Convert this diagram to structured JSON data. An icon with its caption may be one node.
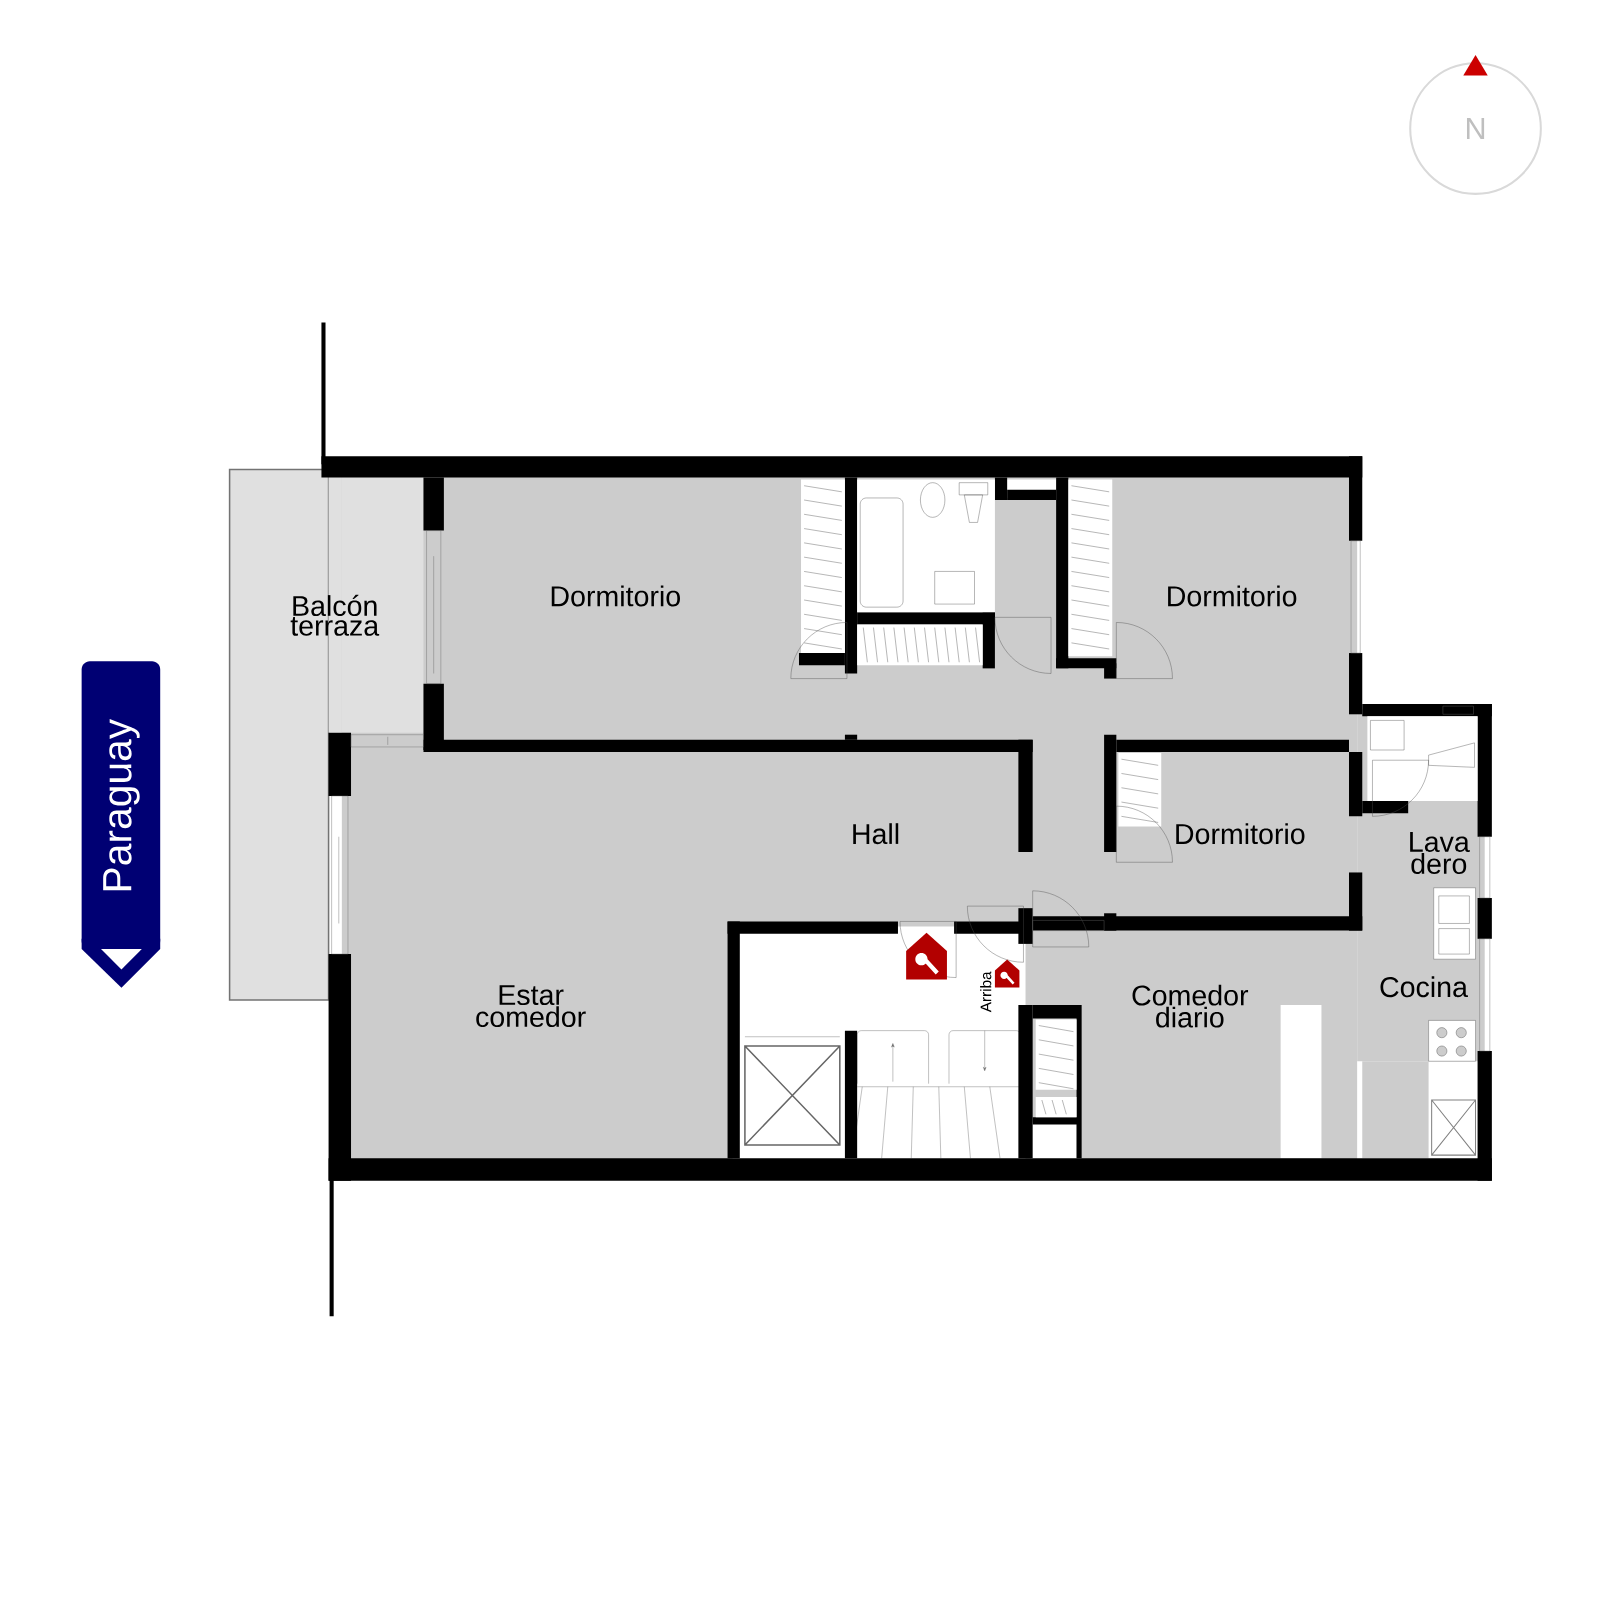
{
  "diagram": {
    "labels": [
      "N",
      "Paraguay",
      "Balcón terraza",
      "Dormitorio",
      "Dormitorio",
      "Hall",
      "Dormitorio",
      "Lava dero",
      "Estar comedor",
      "Comedor diario",
      "Cocina",
      "Arriba"
    ]
  }
}
